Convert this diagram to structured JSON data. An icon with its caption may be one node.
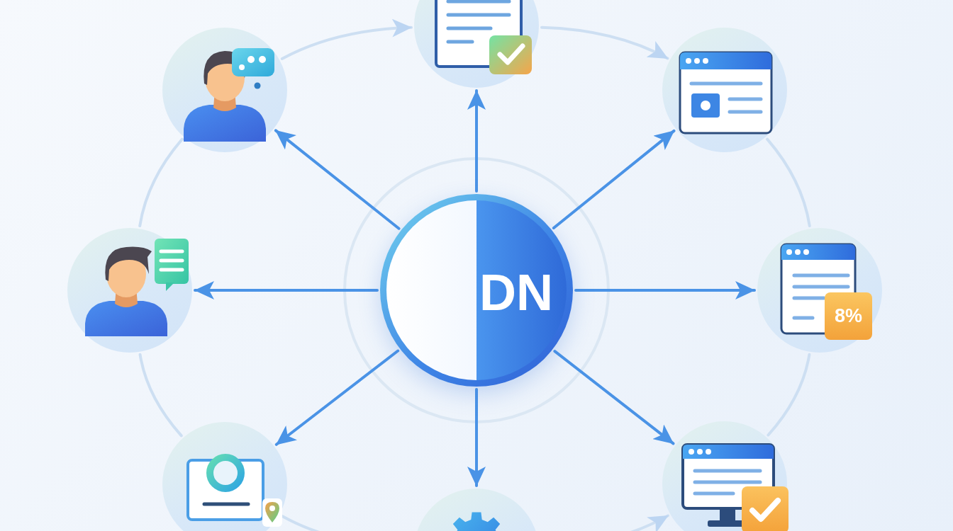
{
  "diagram": {
    "nodes": [
      {
        "text": [],
        "shape": "circle"
      },
      {
        "text": [],
        "shape": "circle"
      },
      {
        "text": [],
        "shape": "circle"
      },
      {
        "text": [],
        "shape": "circle"
      },
      {
        "text": [
          "DN"
        ]
      },
      {
        "text": [
          "8%"
        ]
      },
      {
        "text": [],
        "shape": "circle"
      },
      {
        "text": [],
        "shape": "circle"
      },
      {
        "text": [],
        "shape": "circle"
      }
    ],
    "edges": [
      {
        "from": 4,
        "to": 0,
        "arrow": "to"
      },
      {
        "from": 4,
        "to": 1,
        "arrow": "to"
      },
      {
        "from": 4,
        "to": 2,
        "arrow": "to"
      },
      {
        "from": 4,
        "to": 3,
        "arrow": "to"
      },
      {
        "from": 4,
        "to": 5,
        "arrow": "to"
      },
      {
        "from": 4,
        "to": 6,
        "arrow": "to"
      },
      {
        "from": 4,
        "to": 8,
        "arrow": "to"
      },
      {
        "from": 4,
        "to": 7,
        "arrow": "to"
      },
      {
        "from": 1,
        "to": 0,
        "arrow": "to",
        "color": "#cddff2"
      },
      {
        "from": 0,
        "to": 2,
        "arrow": "to",
        "color": "#cddff2"
      },
      {
        "from": 1,
        "to": 3,
        "arrow": "none",
        "color": "#cddff2"
      },
      {
        "from": 2,
        "to": 5,
        "arrow": "none",
        "color": "#cddff2"
      },
      {
        "from": 3,
        "to": 6,
        "arrow": "none",
        "color": "#cddff2"
      },
      {
        "from": 5,
        "to": 7,
        "arrow": "none",
        "color": "#cddff2"
      },
      {
        "from": 6,
        "to": 8,
        "arrow": "none",
        "color": "#cddff2"
      },
      {
        "from": 8,
        "to": 7,
        "arrow": "to",
        "color": "#cddff2"
      }
    ]
  }
}
